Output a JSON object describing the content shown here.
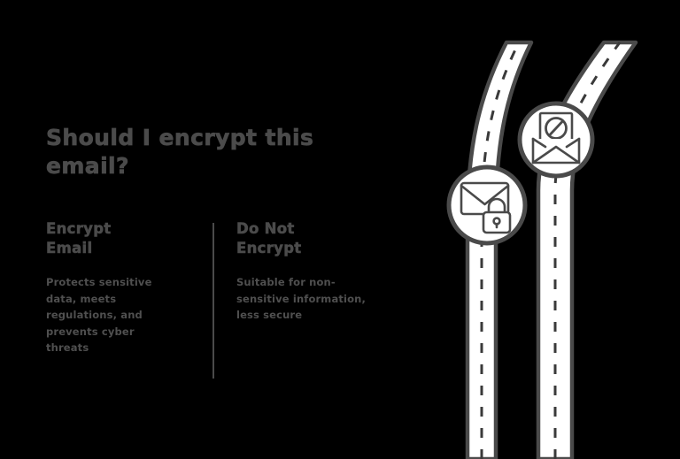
{
  "slide": {
    "background_color": "#000000",
    "ink_color": "#4b4b4b",
    "road_fill_color": "#ffffff",
    "road_edge_color": "#4a4a4a"
  },
  "title": "Should I encrypt this email?",
  "columns": [
    {
      "heading": "Encrypt Email",
      "body": "Protects sensitive data, meets regulations, and prevents cyber threats",
      "icon": "envelope-lock-icon"
    },
    {
      "heading": "Do Not Encrypt",
      "body": "Suitable for non-sensitive information, less secure",
      "icon": "envelope-prohibited-icon"
    }
  ],
  "illustration": {
    "name": "forked-road-illustration",
    "roads": [
      {
        "name": "left-road",
        "label": "encrypt-path"
      },
      {
        "name": "right-road",
        "label": "do-not-encrypt-path"
      }
    ],
    "badges": [
      {
        "name": "encrypt-badge",
        "icon": "envelope-lock-icon"
      },
      {
        "name": "do-not-encrypt-badge",
        "icon": "envelope-prohibited-icon"
      }
    ]
  }
}
